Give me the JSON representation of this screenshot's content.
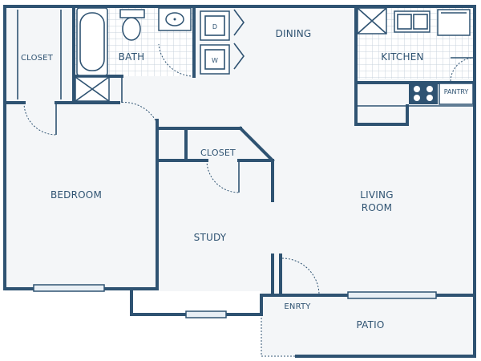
{
  "rooms": {
    "closet_bedroom": "CLOSET",
    "bath": "BATH",
    "dining": "DINING",
    "kitchen": "KITCHEN",
    "pantry": "PANTRY",
    "closet_study": "CLOSET",
    "bedroom": "BEDROOM",
    "living_line1": "LIVING",
    "living_line2": "ROOM",
    "study": "STUDY",
    "entry": "ENRTY",
    "patio": "PATIO"
  },
  "appliances": {
    "dryer": "D",
    "washer": "W"
  },
  "colors": {
    "wall": "#2f5372",
    "floor": "#f4f6f8",
    "tile": "#c9d3dc"
  }
}
